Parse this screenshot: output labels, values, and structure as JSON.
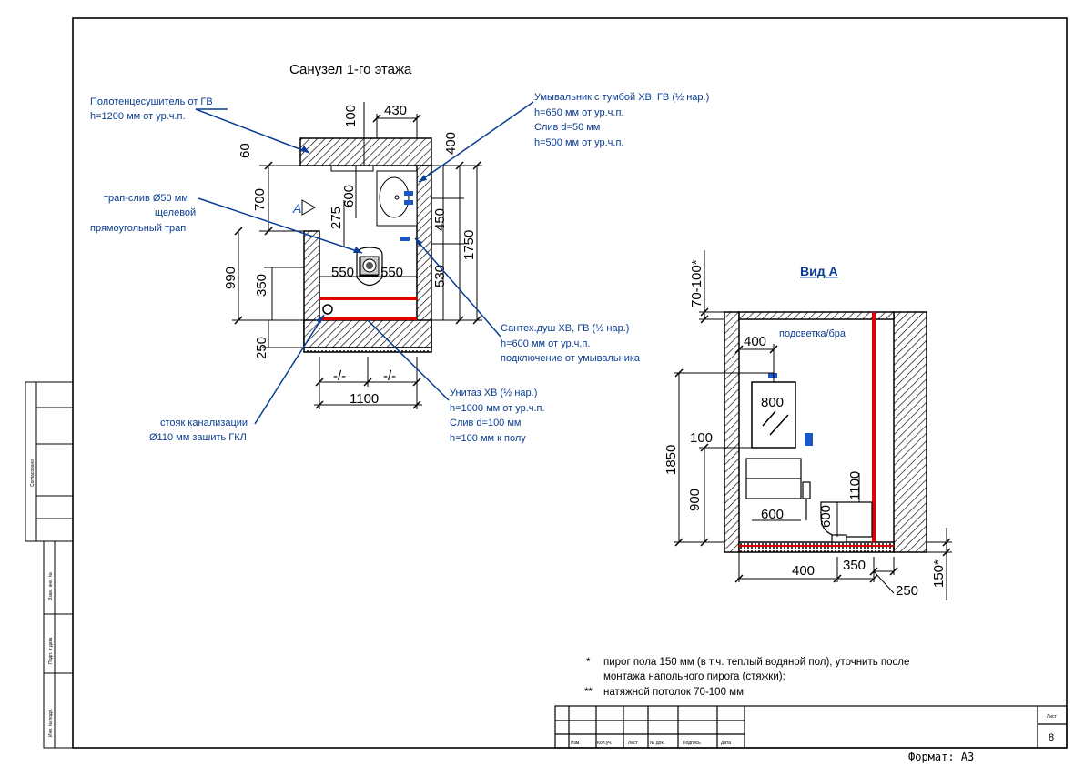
{
  "plan": {
    "title": "Санузел 1-го этажа",
    "view_marker": "А",
    "dims": {
      "d100_top": "100",
      "d430": "430",
      "d400_right": "400",
      "d60": "60",
      "d700": "700",
      "d600": "600",
      "d275": "275",
      "d450": "450",
      "d1750": "1750",
      "d990": "990",
      "d350": "350",
      "d550_left": "550",
      "d550_right": "550",
      "d530": "530",
      "d250": "250",
      "d_minus1": "-/-",
      "d_minus2": "-/-",
      "d1100": "1100"
    },
    "callouts": {
      "towel_dryer": [
        "Полотенцесушитель от ГВ",
        "h=1200 мм от ур.ч.п."
      ],
      "drain": [
        "трап-слив Ø50 мм",
        "щелевой",
        "прямоугольный трап"
      ],
      "riser": [
        "стояк канализации",
        "Ø110 мм зашить ГКЛ"
      ],
      "washbasin": [
        "Умывальник с тумбой ХВ, ГВ (½ нар.)",
        "h=650 мм от ур.ч.п.",
        "Слив d=50 мм",
        "h=500 мм от ур.ч.п."
      ],
      "shower": [
        "Сантех.душ ХВ, ГВ (½ нар.)",
        "h=600 мм от ур.ч.п.",
        "подключение от умывальника"
      ],
      "toilet": [
        "Унитаз ХВ (½ нар.)",
        "h=1000 мм от ур.ч.п.",
        "Слив d=100 мм",
        "h=100 мм к полу"
      ]
    }
  },
  "view": {
    "title": "Вид А",
    "dims": {
      "d70_100": "70-100*",
      "d400_top": "400",
      "d800": "800",
      "d100": "100",
      "d1850": "1850",
      "d900": "900",
      "d1100v": "1100",
      "d600": "600",
      "d600b": "600",
      "d400_bottom": "400",
      "d350": "350",
      "d250": "250",
      "d150": "150*"
    },
    "label_light": "подсветка/бра"
  },
  "footnotes": [
    "пирог пола 150 мм (в т.ч. теплый водяной пол), уточнить после",
    "монтажа напольного пирога (стяжки);",
    "натяжной потолок 70-100 мм"
  ],
  "footnote_marks": [
    "*",
    "**"
  ],
  "stamp": {
    "columns": [
      "Изм.",
      "Кол.уч.",
      "Лист",
      "№ док.",
      "Подпись",
      "Дата"
    ],
    "sheet_label": "Лист",
    "sheet_number": "8"
  },
  "side_stamp": [
    "Согласовано",
    "Взам. инв. №",
    "Подп. и дата",
    "Инв. № подл."
  ],
  "format": "Формат: А3"
}
